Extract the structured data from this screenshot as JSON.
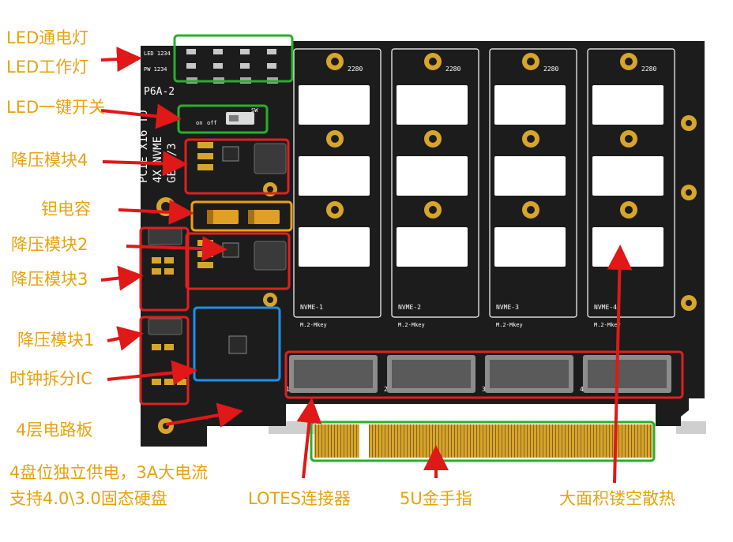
{
  "colors": {
    "label_text": "#e8a20c",
    "board": "#1c1c1c",
    "gold": "#d8a52c",
    "callout_red": "#e02020",
    "callout_green": "#28b028",
    "callout_orange": "#f0a010",
    "callout_blue": "#1e8fe6",
    "arrow_red": "#e01818"
  },
  "annotations": {
    "led_power": "LED通电灯",
    "led_work": "LED工作灯",
    "led_switch": "LED一键开关",
    "buck4": "降压模块4",
    "tantalum": "钽电容",
    "buck2": "降压模块2",
    "buck3": "降压模块3",
    "buck1": "降压模块1",
    "clock_ic": "时钟拆分IC",
    "layers": "4层电路板",
    "power_line1": "4盘位独立供电，3A大电流",
    "power_line2": "支持4.0\\3.0固态硬盘",
    "lotes": "LOTES连接器",
    "gold_finger": "5U金手指",
    "heat": "大面积镂空散热"
  },
  "silkscreen": {
    "model": "P6A-2",
    "led_label_1": "LED 1234",
    "led_label_2": "PW 1234",
    "pcie_text_1": "PCIE X16 TO",
    "pcie_text_2": "4X NVME",
    "pcie_text_3": "GEN4/3",
    "switch_label": "SW",
    "switch_on": "on",
    "switch_off": "off",
    "slot_size": "2280",
    "slots": [
      {
        "name": "NVME-1",
        "key": "M.2-Mkey",
        "num": "1"
      },
      {
        "name": "NVME-2",
        "key": "M.2-Mkey",
        "num": "2"
      },
      {
        "name": "NVME-3",
        "key": "M.2-Mkey",
        "num": "3"
      },
      {
        "name": "NVME-4",
        "key": "M.2-Mkey",
        "num": "4"
      }
    ]
  }
}
